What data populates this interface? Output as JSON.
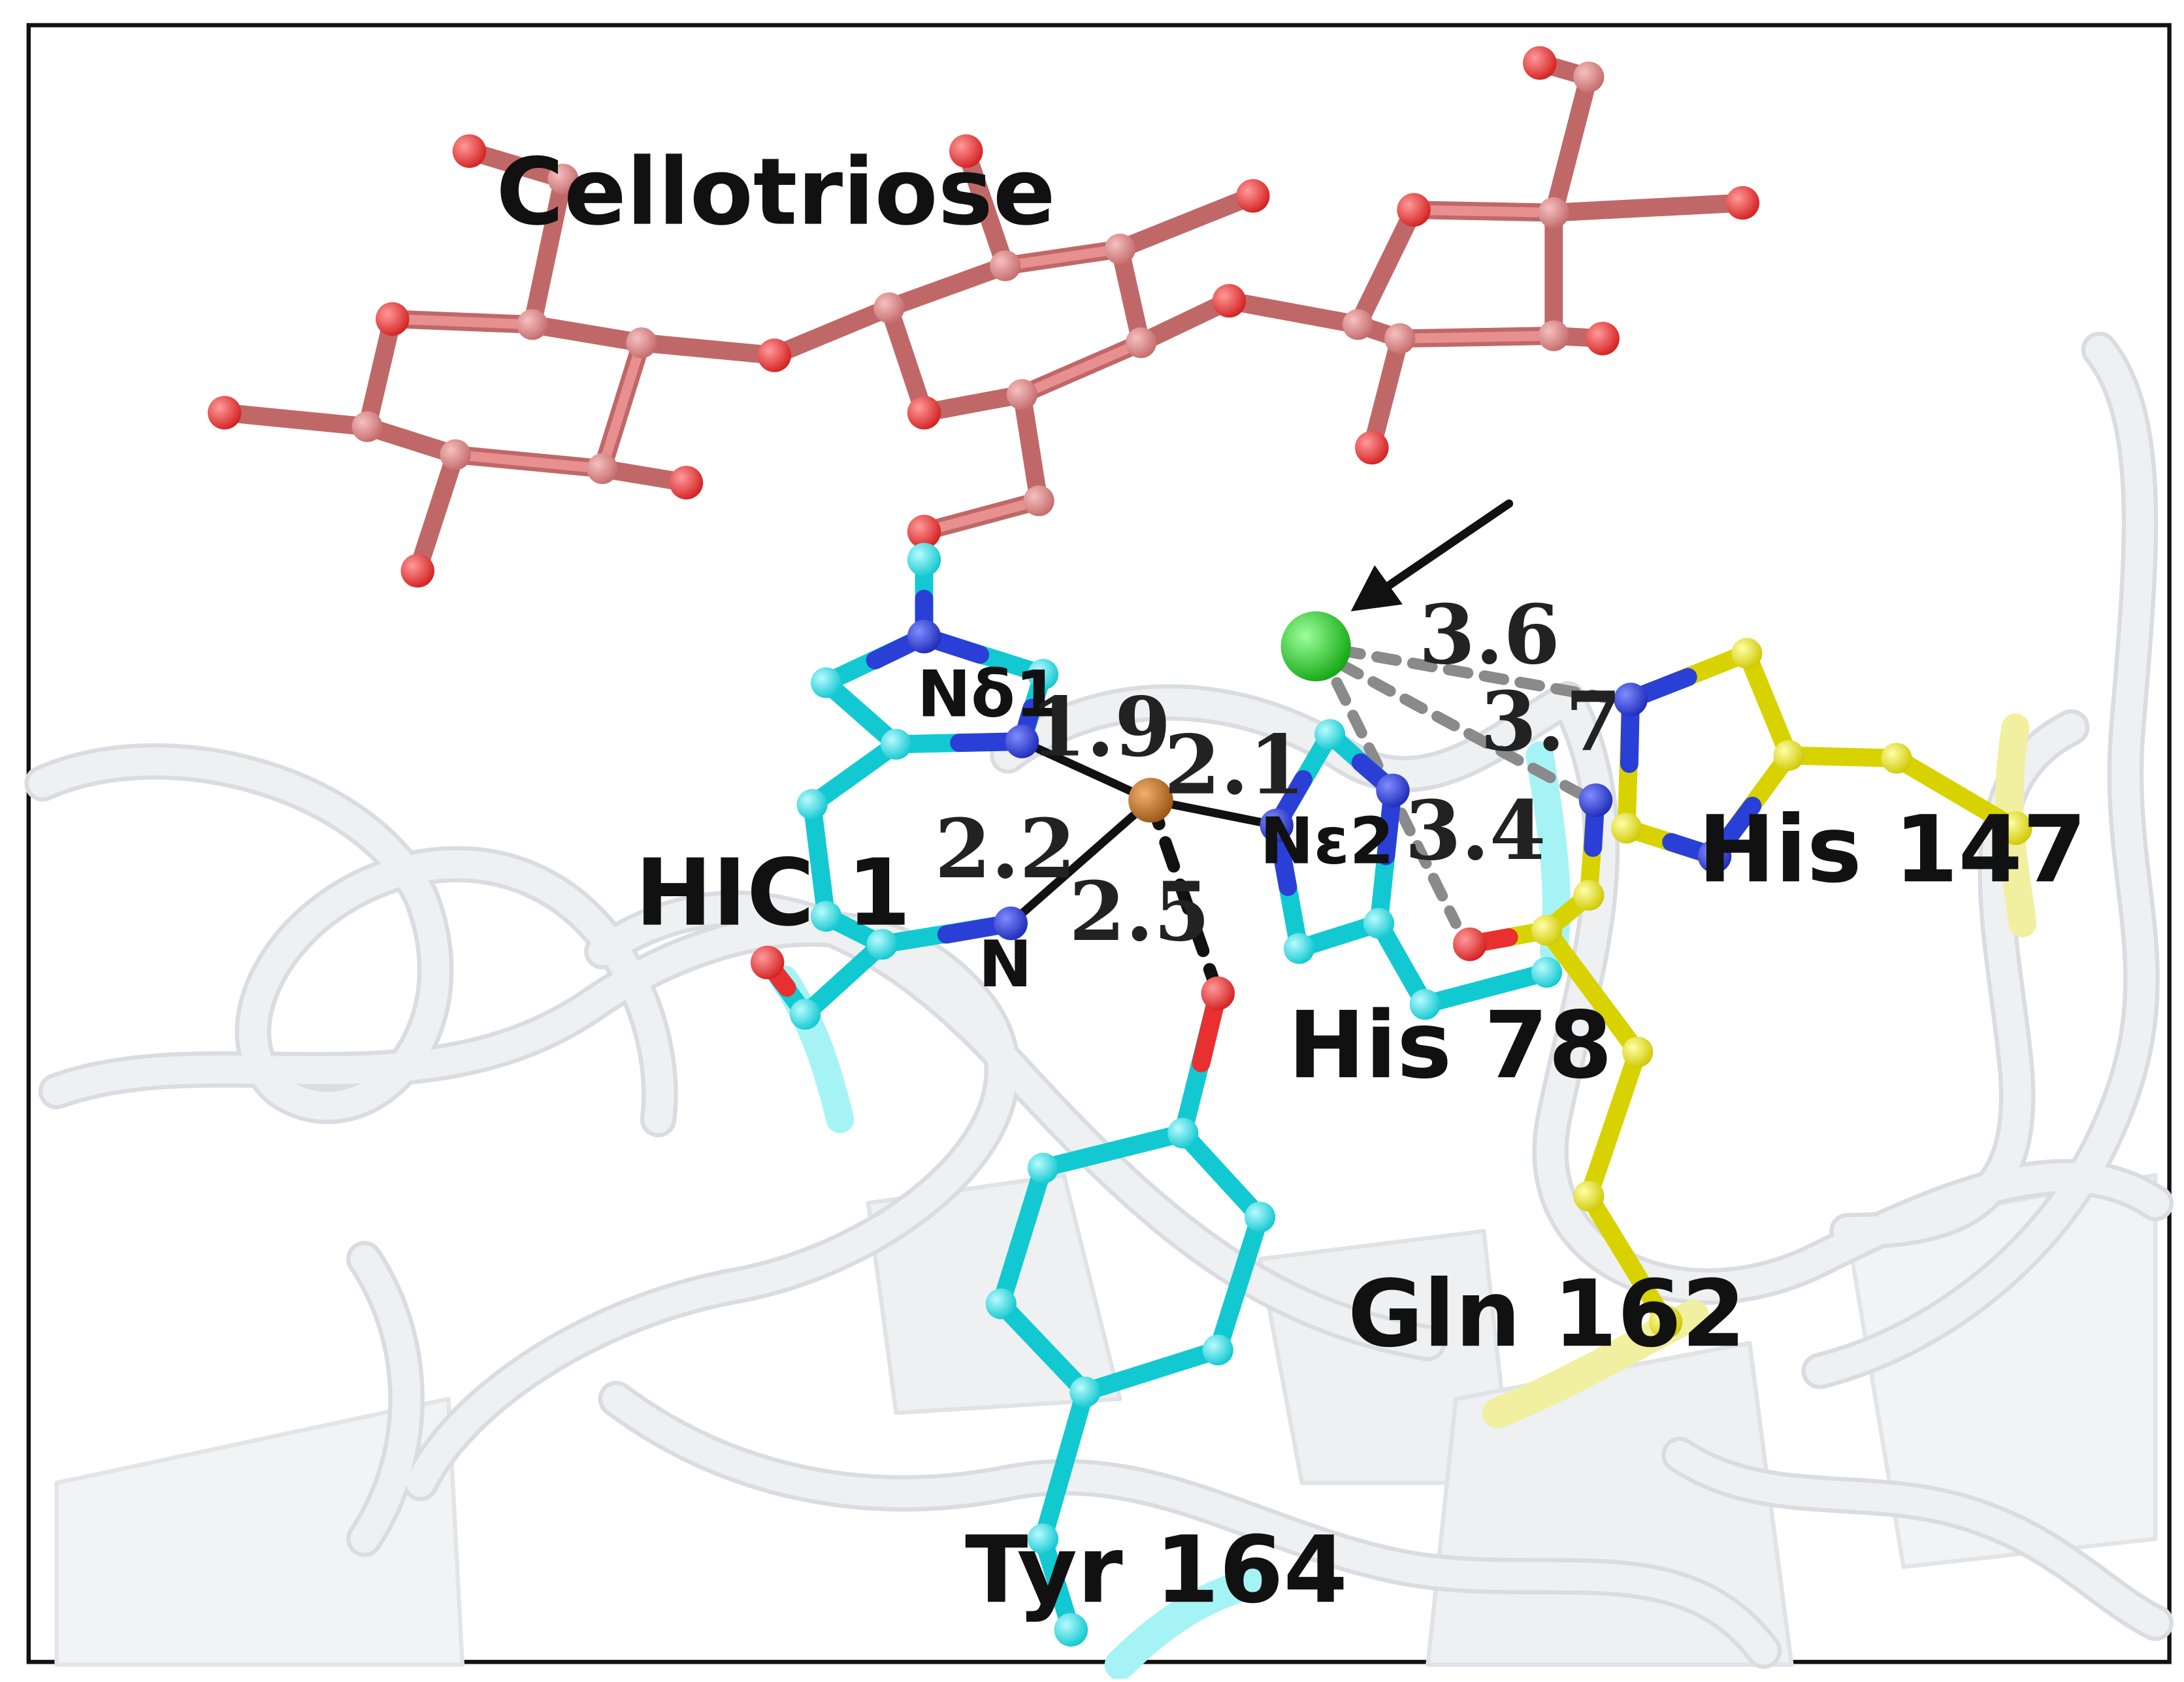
{
  "labels": {
    "cellotriose": "Cellotriose",
    "hic1": "HIC 1",
    "his78": "His 78",
    "his147": "His 147",
    "gln162": "Gln 162",
    "tyr164": "Tyr 164",
    "nd1": "Nδ1",
    "ne2": "Nε2",
    "n": "N"
  },
  "distances": {
    "d_nd1_cu": "1.9",
    "d_ne2_cu": "2.1",
    "d_n_cu": "2.2",
    "d_tyr_cu": "2.5",
    "d_cl_his147": "3.6",
    "d_cl_gln": "3.7",
    "d_cl_his78": "3.4"
  },
  "colors": {
    "cellotriose_carbon": "#d98080",
    "oxygen": "#e83030",
    "copper_site_carbon": "#19e0e8",
    "nitrogen": "#2a3fd6",
    "yellow_carbon": "#e4e000",
    "copper": "#c8782a",
    "chloride": "#22cc22",
    "cartoon": "#e8ebee"
  }
}
